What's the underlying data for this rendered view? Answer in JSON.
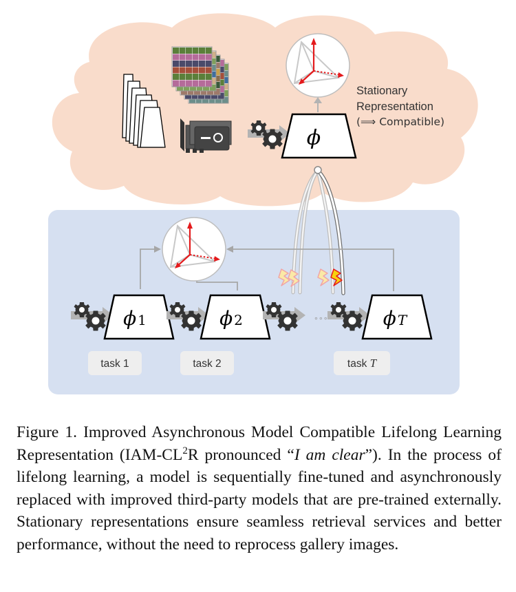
{
  "colors": {
    "cloud": "#F9DCCB",
    "panel": "#D6E0F1",
    "axis_red": "#E41A1C",
    "spark_yellow": "#F8D00E",
    "gear": "#333333",
    "arrow_gray": "#B3B3B3",
    "task_box": "#EEEEEE"
  },
  "icons": [
    "gear-icon",
    "feature-space-icon",
    "gpu-icon",
    "image-stack-icon",
    "network-stack-icon",
    "lightning-icon"
  ],
  "cloud": {
    "model_label": "ϕ",
    "stationary_line1": "Stationary",
    "stationary_line2": "Representation",
    "stationary_line3": "(⟹ Compatible)"
  },
  "lifelong": {
    "model1": "ϕ",
    "model1_sub": "1",
    "model2": "ϕ",
    "model2_sub": "2",
    "modelT": "ϕ",
    "modelT_sub": "T",
    "ellipsis": "∘∘∘",
    "task1_label": "task 1",
    "task2_label": "task 2",
    "taskT_prefix": "task ",
    "taskT_var": "T"
  },
  "caption": {
    "part1": "Figure 1. Improved Asynchronous Model Compatible Lifelong Learning Representation (IAM-CL",
    "sup": "2",
    "part2": "R pronounced “",
    "italic": "I am clear",
    "part3": "”). In the process of lifelong learning, a model is sequentially fine-tuned and asynchronously replaced with improved third-party models that are pre-trained externally. Stationary representations ensure seamless retrieval services and better performance, without the need to reprocess gallery images."
  }
}
